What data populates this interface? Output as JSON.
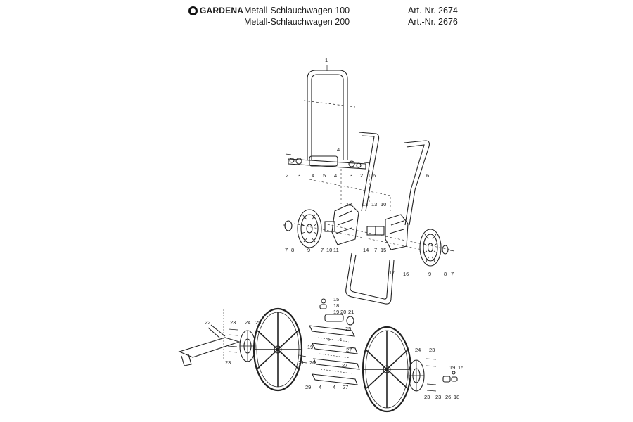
{
  "brand": "GARDENA",
  "products": [
    {
      "name": "Metall-Schlauchwagen 100",
      "article": "Art.-Nr. 2674"
    },
    {
      "name": "Metall-Schlauchwagen 200",
      "article": "Art.-Nr. 2676"
    }
  ],
  "callouts": {
    "upper": [
      "1",
      "4",
      "2",
      "3",
      "4",
      "5",
      "4",
      "3",
      "2",
      "6",
      "6",
      "12",
      "13",
      "13",
      "10",
      "7",
      "8",
      "9",
      "7",
      "10",
      "11",
      "14",
      "7",
      "15",
      "17",
      "16",
      "9",
      "8",
      "7"
    ],
    "lower": [
      "15",
      "18",
      "19",
      "20",
      "21",
      "22",
      "23",
      "24",
      "25",
      "25",
      "23",
      "19",
      "26",
      "4",
      "4",
      "27",
      "27",
      "21",
      "29",
      "4",
      "4",
      "27",
      "24",
      "23",
      "19",
      "15",
      "23",
      "23",
      "26",
      "18"
    ]
  }
}
